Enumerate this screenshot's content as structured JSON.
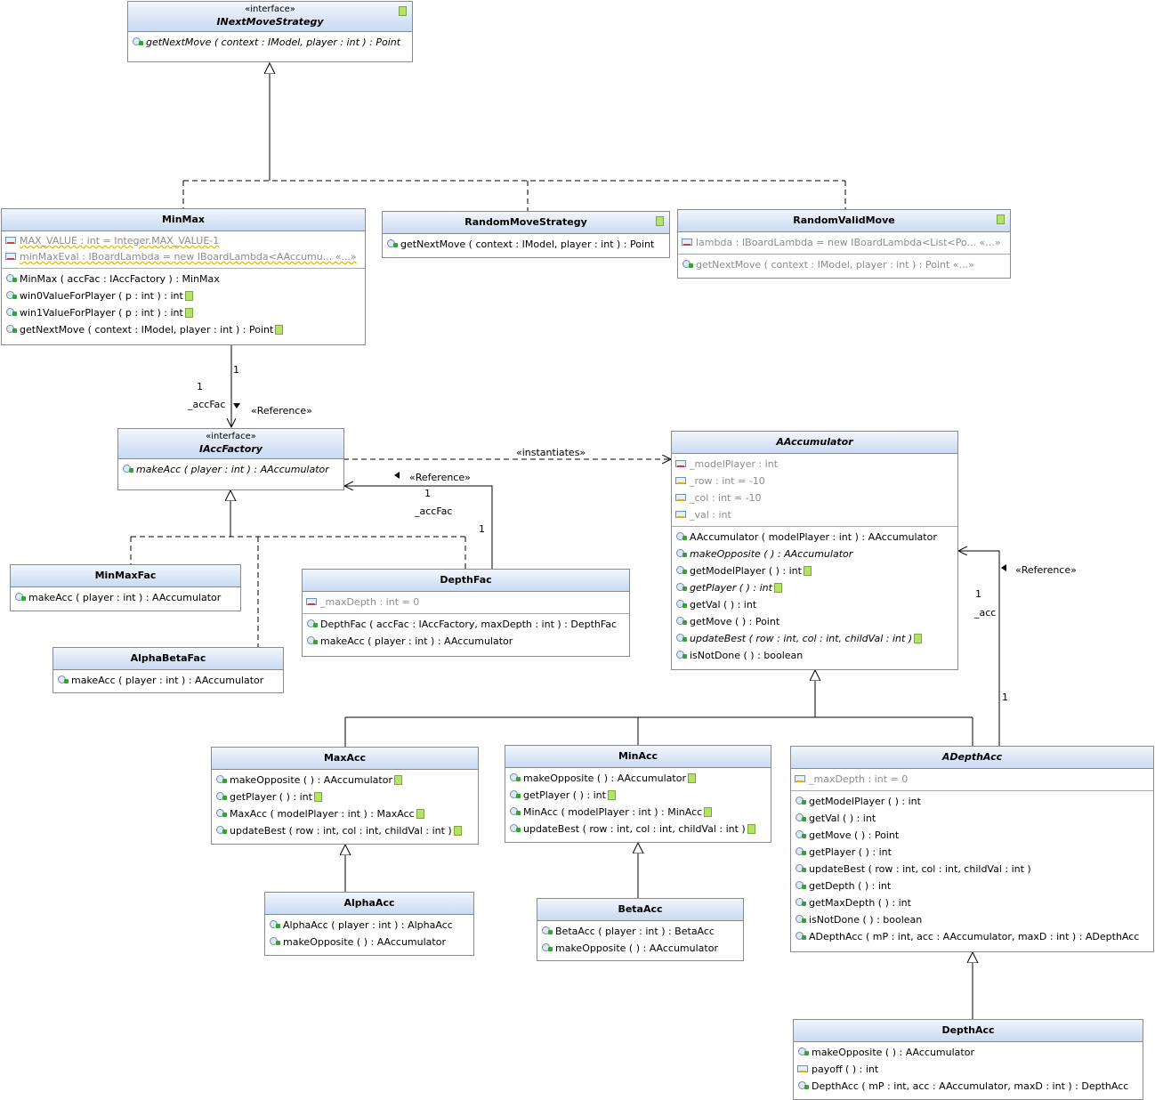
{
  "classes": {
    "INextMoveStrategy": {
      "stereotype": "«interface»",
      "name": "INextMoveStrategy",
      "ops": [
        {
          "name": "getNextMove",
          "sig": "getNextMove ( context : IModel, player : int ) : Point"
        }
      ]
    },
    "MinMax": {
      "name": "MinMax",
      "attrs": [
        {
          "text": "MAX_VALUE : int = Integer.MAX_VALUE-1"
        },
        {
          "text": "minMaxEval : IBoardLambda = new IBoardLambda<AAccumu...  «...»"
        }
      ],
      "ops": [
        {
          "sig": "MinMax ( accFac : IAccFactory ) : MinMax"
        },
        {
          "sig": "win0ValueForPlayer ( p : int ) : int"
        },
        {
          "sig": "win1ValueForPlayer ( p : int ) : int"
        },
        {
          "sig": "getNextMove ( context : IModel, player : int ) : Point"
        }
      ]
    },
    "RandomMoveStrategy": {
      "name": "RandomMoveStrategy",
      "ops": [
        {
          "sig": "getNextMove ( context : IModel, player : int ) : Point"
        }
      ]
    },
    "RandomValidMove": {
      "name": "RandomValidMove",
      "attrs": [
        {
          "text": "lambda : IBoardLambda = new IBoardLambda<List<Po...  «...»"
        }
      ],
      "ops": [
        {
          "sig": "getNextMove ( context : IModel, player : int ) : Point «...»"
        }
      ]
    },
    "IAccFactory": {
      "stereotype": "«interface»",
      "name": "IAccFactory",
      "ops": [
        {
          "sig": "makeAcc ( player : int ) : AAccumulator"
        }
      ]
    },
    "AAccumulator": {
      "name": "AAccumulator",
      "attrs": [
        {
          "text": "_modelPlayer : int"
        },
        {
          "text": "_row : int = -10"
        },
        {
          "text": "_col : int = -10"
        },
        {
          "text": "_val : int"
        }
      ],
      "ops": [
        {
          "sig": "AAccumulator ( modelPlayer : int ) : AAccumulator"
        },
        {
          "sig": "makeOpposite ( ) : AAccumulator"
        },
        {
          "sig": "getModelPlayer ( ) : int"
        },
        {
          "sig": "getPlayer ( ) : int"
        },
        {
          "sig": "getVal ( ) : int"
        },
        {
          "sig": "getMove ( ) : Point"
        },
        {
          "sig": "updateBest ( row : int, col : int, childVal : int )"
        },
        {
          "sig": "isNotDone ( ) : boolean"
        }
      ]
    },
    "MinMaxFac": {
      "name": "MinMaxFac",
      "ops": [
        {
          "sig": "makeAcc ( player : int ) : AAccumulator"
        }
      ]
    },
    "DepthFac": {
      "name": "DepthFac",
      "attrs": [
        {
          "text": "_maxDepth : int = 0"
        }
      ],
      "ops": [
        {
          "sig": "DepthFac ( accFac : IAccFactory, maxDepth : int ) : DepthFac"
        },
        {
          "sig": "makeAcc ( player : int ) : AAccumulator"
        }
      ]
    },
    "AlphaBetaFac": {
      "name": "AlphaBetaFac",
      "ops": [
        {
          "sig": "makeAcc ( player : int ) : AAccumulator"
        }
      ]
    },
    "MaxAcc": {
      "name": "MaxAcc",
      "ops": [
        {
          "sig": "makeOpposite ( ) : AAccumulator"
        },
        {
          "sig": "getPlayer ( ) : int"
        },
        {
          "sig": "MaxAcc ( modelPlayer : int ) : MaxAcc"
        },
        {
          "sig": "updateBest ( row : int, col : int, childVal : int )"
        }
      ]
    },
    "MinAcc": {
      "name": "MinAcc",
      "ops": [
        {
          "sig": "makeOpposite ( ) : AAccumulator"
        },
        {
          "sig": "getPlayer ( ) : int"
        },
        {
          "sig": "MinAcc ( modelPlayer : int ) : MinAcc"
        },
        {
          "sig": "updateBest ( row : int, col : int, childVal : int )"
        }
      ]
    },
    "ADepthAcc": {
      "name": "ADepthAcc",
      "attrs": [
        {
          "text": "_maxDepth : int = 0"
        }
      ],
      "ops": [
        {
          "sig": "getModelPlayer ( ) : int"
        },
        {
          "sig": "getVal ( ) : int"
        },
        {
          "sig": "getMove ( ) : Point"
        },
        {
          "sig": "getPlayer ( ) : int"
        },
        {
          "sig": "updateBest ( row : int, col : int, childVal : int )"
        },
        {
          "sig": "getDepth ( ) : int"
        },
        {
          "sig": "getMaxDepth ( ) : int"
        },
        {
          "sig": "isNotDone ( ) : boolean"
        },
        {
          "sig": "ADepthAcc ( mP : int, acc : AAccumulator, maxD : int ) : ADepthAcc"
        }
      ]
    },
    "AlphaAcc": {
      "name": "AlphaAcc",
      "ops": [
        {
          "sig": "AlphaAcc ( player : int ) : AlphaAcc"
        },
        {
          "sig": "makeOpposite ( ) : AAccumulator"
        }
      ]
    },
    "BetaAcc": {
      "name": "BetaAcc",
      "ops": [
        {
          "sig": "BetaAcc ( player : int ) : BetaAcc"
        },
        {
          "sig": "makeOpposite ( ) : AAccumulator"
        }
      ]
    },
    "DepthAcc": {
      "name": "DepthAcc",
      "ops": [
        {
          "sig": "makeOpposite ( ) : AAccumulator"
        },
        {
          "sig": "payoff ( ) : int"
        },
        {
          "sig": "DepthAcc ( mP : int, acc : AAccumulator, maxD : int ) : DepthAcc"
        }
      ]
    }
  },
  "edge_labels": {
    "minmax_accfac_mult_src": "1",
    "minmax_accfac_mult_tgt": "1",
    "minmax_accfac_role": "_accFac",
    "minmax_accfac_stereo": "«Reference»",
    "instantiates": "«instantiates»",
    "depthfac_accfac_stereo": "«Reference»",
    "depthfac_accfac_mult_tgt": "1",
    "depthfac_accfac_role": "_accFac",
    "depthfac_accfac_mult_src": "1",
    "adepth_acc_stereo": "«Reference»",
    "adepth_acc_mult_tgt": "1",
    "adepth_acc_role": "_acc",
    "adepth_acc_mult_src": "1"
  }
}
